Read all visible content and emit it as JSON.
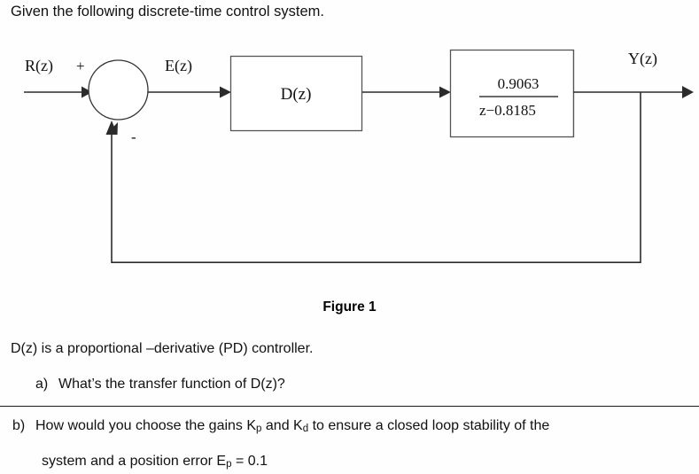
{
  "document": {
    "prompt": "Given the following discrete-time control system.",
    "figure_caption": "Figure 1",
    "controller_note": "D(z) is a proportional –derivative (PD) controller.",
    "questions": [
      {
        "label": "a)",
        "text": "What’s the transfer function of D(z)?"
      },
      {
        "label": "b)",
        "text_line1": "How would you choose the gains K",
        "sub1": "p",
        "text_mid1": " and K",
        "sub2": "d",
        "text_mid2": " to ensure a closed loop stability of the",
        "text_line2_a": "system and a position error E",
        "sub3": "p",
        "text_line2_b": " = 0.1"
      }
    ]
  },
  "diagram": {
    "input_label": "R(z)",
    "error_label": "E(z)",
    "output_label": "Y(z)",
    "plus_sign": "+",
    "minus_sign": "-",
    "controller_block_label": "D(z)",
    "plant_numerator": "0.9063",
    "plant_denominator": "z−0.8185",
    "colors": {
      "wire": "#2b2b2b",
      "box_border": "#555555",
      "text": "#111111",
      "page_background": "#fefefe"
    }
  }
}
